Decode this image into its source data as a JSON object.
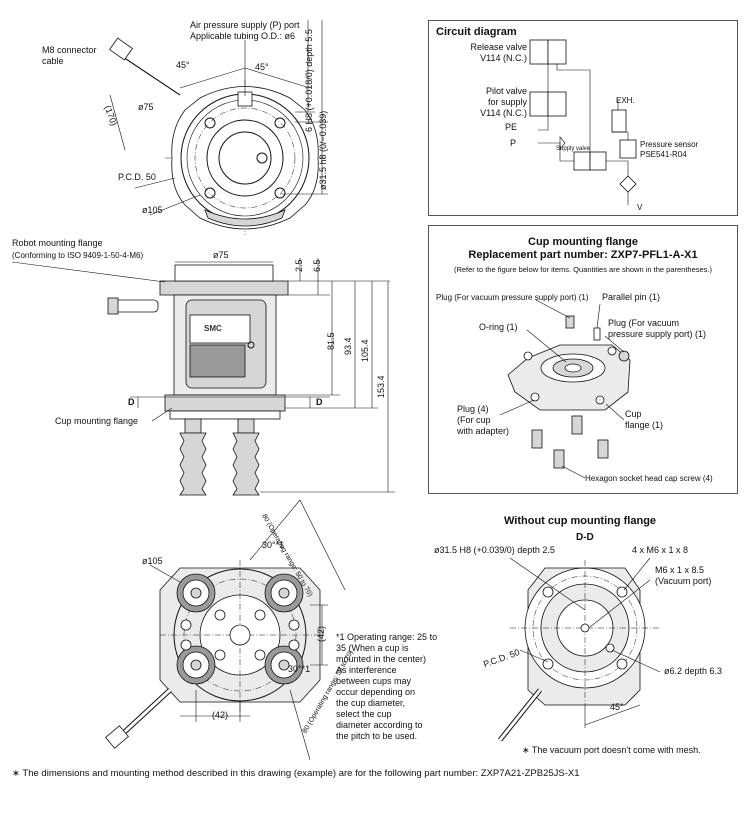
{
  "top_view": {
    "m8_label": "M8 connector\ncable",
    "air_port_line1": "Air pressure supply (P) port",
    "air_port_line2": "Applicable tubing O.D.: ø6",
    "angle_left": "45°",
    "angle_right": "45°",
    "len_170": "(170)",
    "dia75": "ø75",
    "pcd50": "P.C.D. 50",
    "dia105": "ø105",
    "dim_6h8": "6 H8 (+0.018/0) depth 5.5",
    "dim_31_5": "ø31.5 h8 (0/−0.039)"
  },
  "side_view": {
    "robot_flange_line1": "Robot mounting flange",
    "robot_flange_line2": "(Conforming to ISO 9409-1-50-4-M6)",
    "dia75": "ø75",
    "d2_5": "2.5",
    "d6_5": "6.5",
    "d81_5": "81.5",
    "d93_4": "93.4",
    "d105_4": "105.4",
    "d153_4": "153.4",
    "d_left": "D",
    "d_right": "D",
    "cup_flange": "Cup mounting flange",
    "brand": "SMC"
  },
  "circuit": {
    "title": "Circuit diagram",
    "release_valve": "Release valve\nV114 (N.C.)",
    "pilot_valve": "Pilot valve\nfor supply\nV114 (N.C.)",
    "pe": "PE",
    "p": "P",
    "exh": "EXH.",
    "supply_valve": "Supply valve",
    "pressure_sensor": "Pressure sensor\nPSE541-R04",
    "v": "V"
  },
  "cup_flange_panel": {
    "title": "Cup mounting flange",
    "part_number": "Replacement part number: ZXP7-PFL1-A-X1",
    "note": "(Refer to the figure below for items. Quantities are shown in the parentheses.)",
    "plug_vacuum": "Plug (For vacuum pressure supply port) (1)",
    "parallel_pin": "Parallel pin (1)",
    "o_ring": "O-ring (1)",
    "plug_vacuum2": "Plug (For vacuum\npressure supply port) (1)",
    "plug4": "Plug (4)\n(For cup\nwith adapter)",
    "cup_flange": "Cup\nflange (1)",
    "hex_screw": "Hexagon socket head cap screw (4)"
  },
  "bottom_view": {
    "dia105": "ø105",
    "op_range_top": "80 (Operating range: 50 to 70)",
    "d30_top": "30°*1",
    "d42_right": "(42)",
    "d30_bottom": "30°*1",
    "op_range_bottom": "80 (Operating range: 50 to 70)",
    "d42_bottom": "(42)",
    "note": "*1 Operating range: 25 to\n35 (When a cup is\nmounted in the center)\nAs interference\nbetween cups may\noccur depending on\nthe cup diameter,\nselect the cup\ndiameter according to\nthe pitch to be used."
  },
  "dd_view": {
    "title": "Without cup mounting flange",
    "section": "D-D",
    "dim_31_5": "ø31.5 H8 (+0.039/0) depth 2.5",
    "m6_8": "4 x M6 x 1 x 8",
    "m6_vac": "M6 x 1 x 8.5\n(Vacuum port)",
    "pcd50": "P.C.D. 50",
    "dia6_2": "ø6.2 depth 6.3",
    "angle45": "45°",
    "mesh_note": "∗ The vacuum port doesn't come with mesh."
  },
  "footer": "∗ The dimensions and mounting method described in this drawing (example) are for the following part number: ZXP7A21-ZPB25JS-X1"
}
